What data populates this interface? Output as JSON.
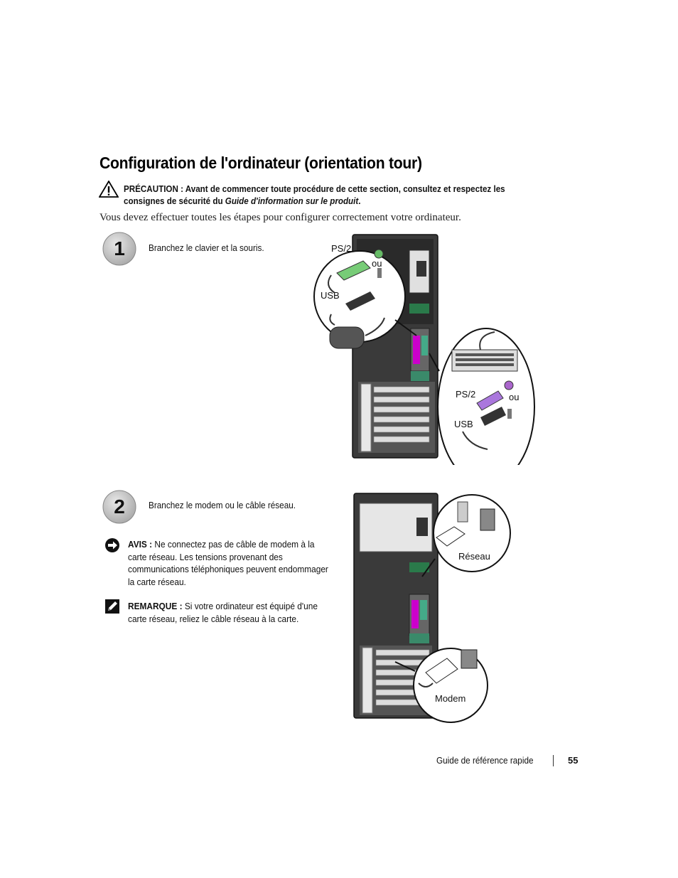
{
  "header": {
    "title": "Configuration de l'ordinateur (orientation tour)"
  },
  "caution": {
    "label": "PRÉCAUTION :",
    "text": "Avant de commencer toute procédure de cette section, consultez et respectez les consignes de sécurité du",
    "link": "Guide d'information sur le produit",
    "end": "."
  },
  "intro": "Vous devez effectuer toutes les étapes pour configurer correctement votre ordinateur.",
  "steps": [
    {
      "number": "1",
      "text": "Branchez le clavier et la souris.",
      "labels": {
        "ps2_a": "PS/2",
        "ou_a": "ou",
        "usb_a": "USB",
        "ps2_b": "PS/2",
        "ou_b": "ou",
        "usb_b": "USB"
      }
    },
    {
      "number": "2",
      "text": "Branchez le modem ou le câble réseau.",
      "labels": {
        "network": "Réseau",
        "modem": "Modem"
      }
    }
  ],
  "notice": {
    "label": "AVIS :",
    "text": "Ne connectez pas de câble de modem à la carte réseau. Les tensions provenant des communications téléphoniques peuvent endommager la carte réseau."
  },
  "remark": {
    "label": "REMARQUE :",
    "text": "Si votre ordinateur est équipé d'une carte réseau, reliez le câble réseau à la carte."
  },
  "footer": {
    "title": "Guide de référence rapide",
    "page": "55"
  },
  "icons": {
    "caution": "warning-triangle-icon",
    "notice": "notice-arrow-icon",
    "remark": "pencil-note-icon"
  }
}
